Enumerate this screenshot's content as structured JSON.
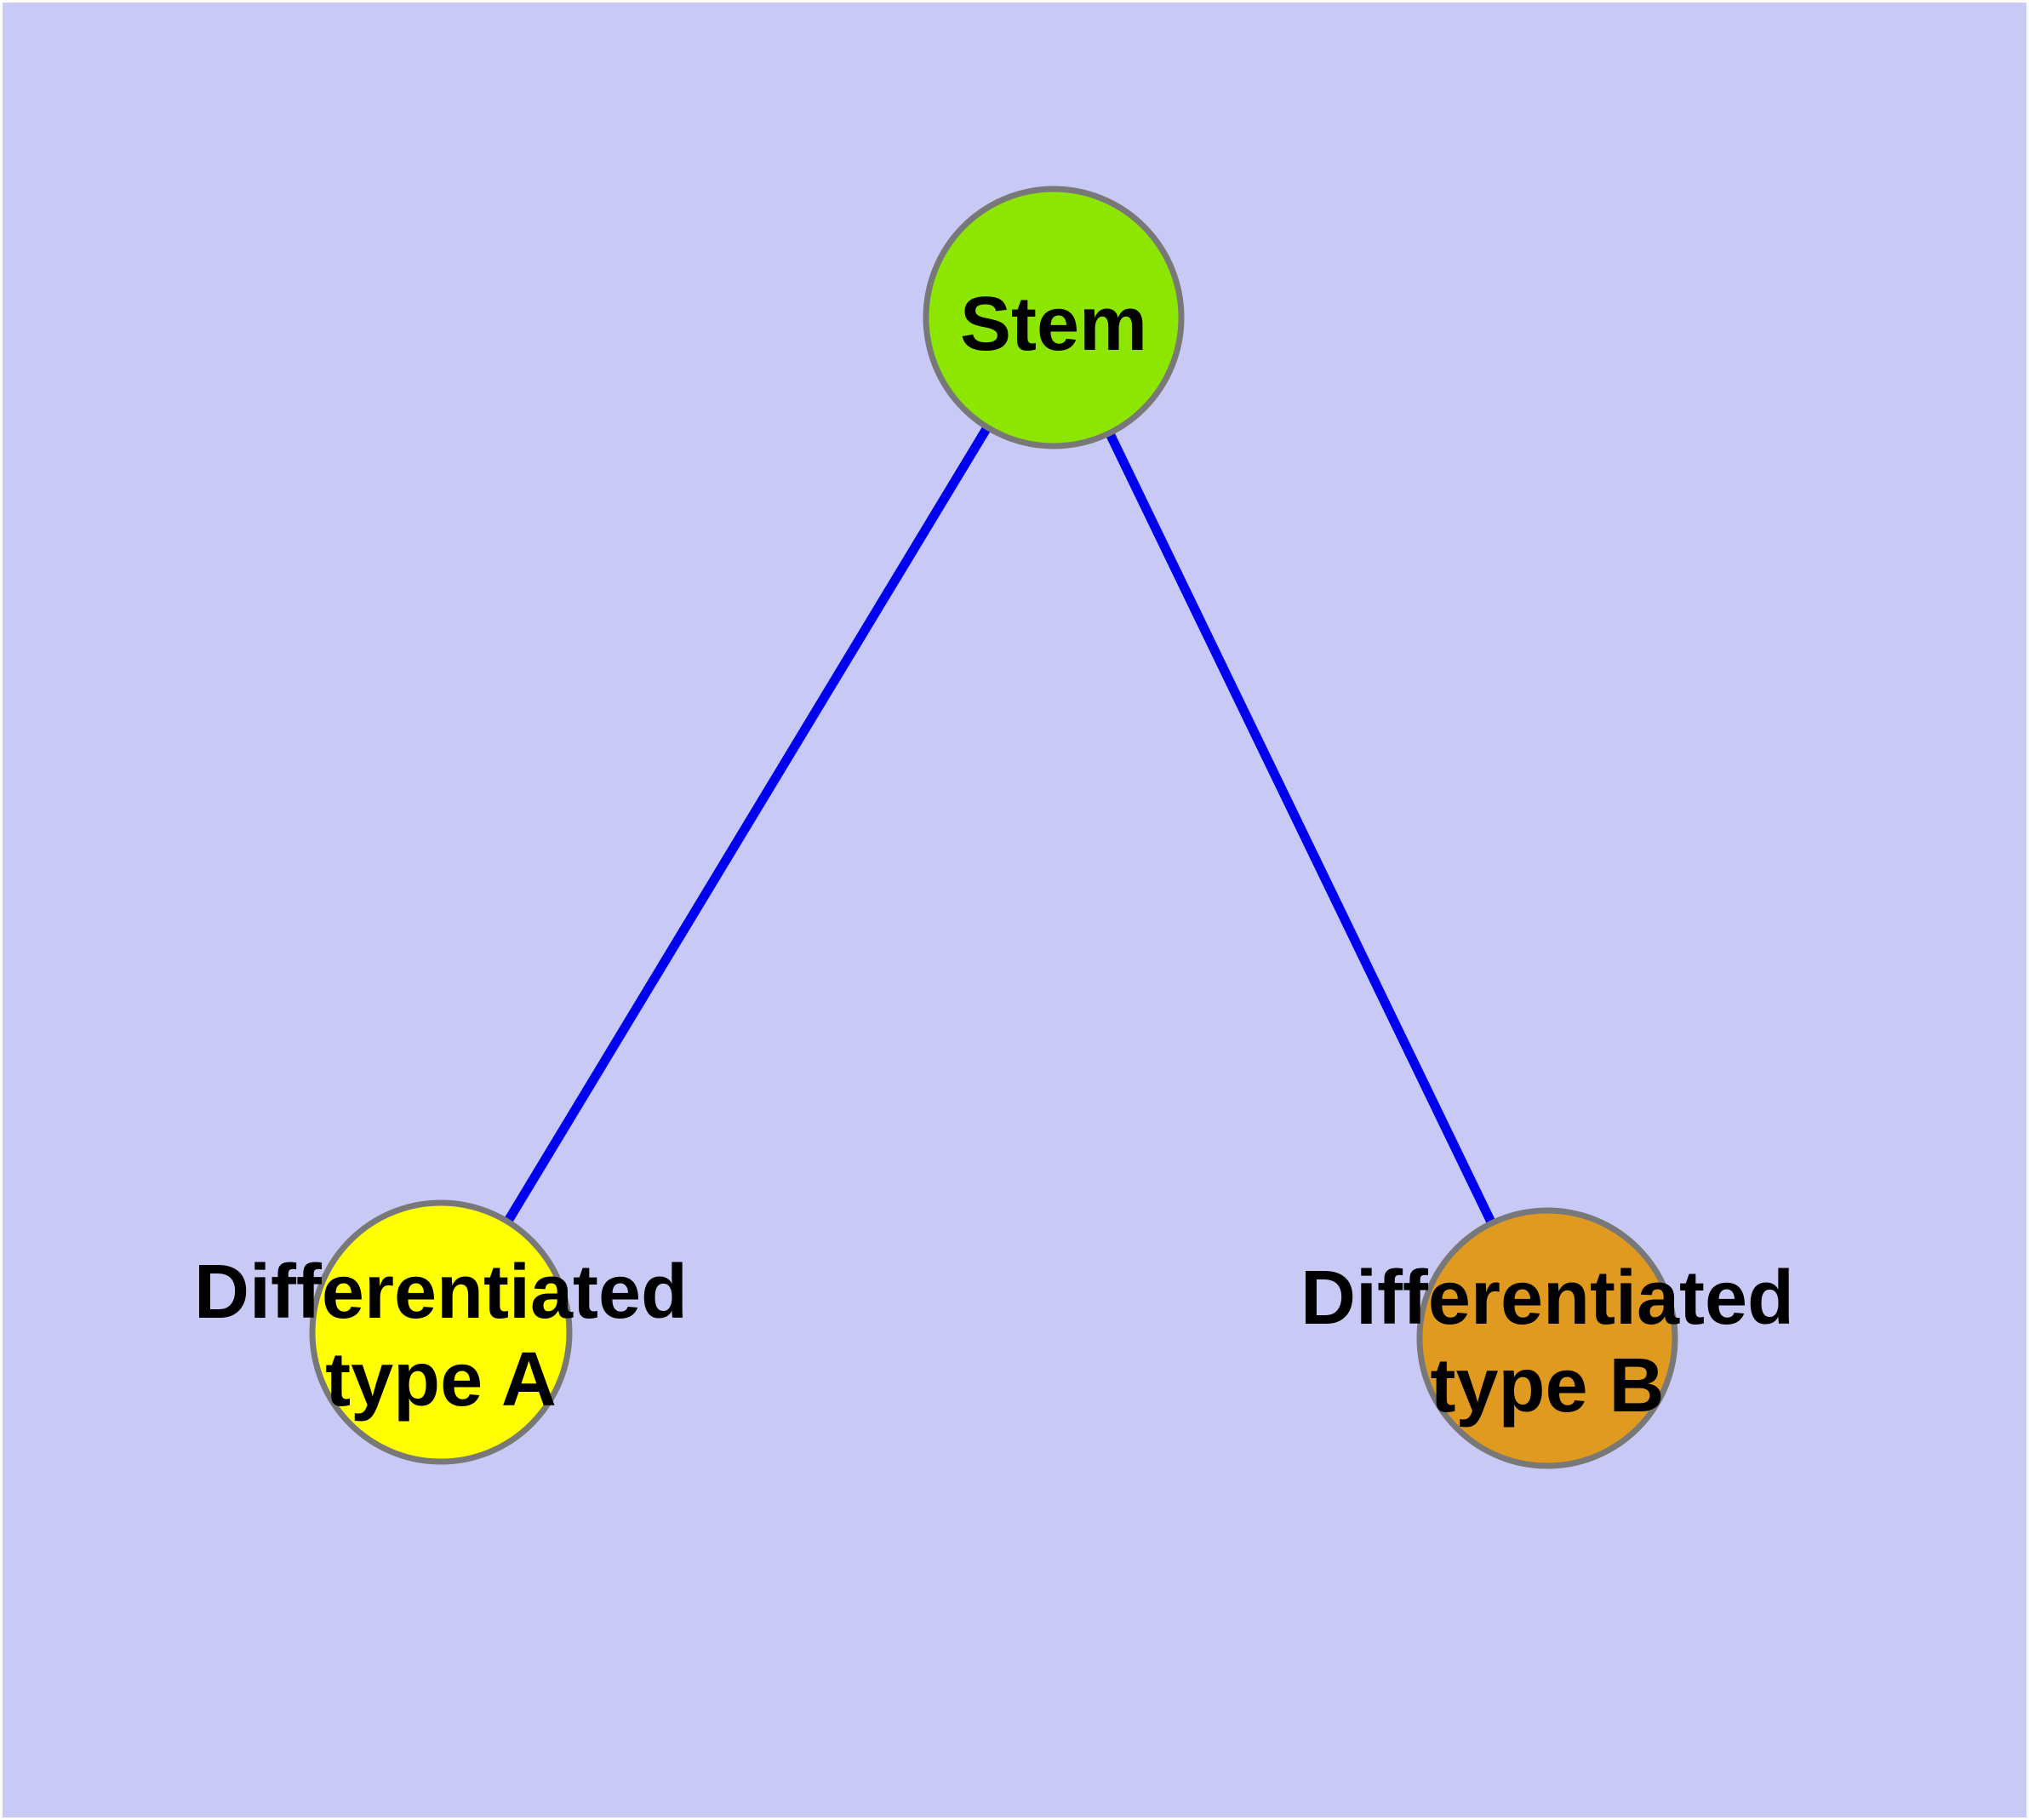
{
  "diagram": {
    "background_color": "#C9C9F5",
    "frame_color": "#FFFFFF",
    "node_border_color": "#787878",
    "edge_color": "#0000F0",
    "nodes": {
      "stem": {
        "label": "Stem",
        "fill": "#8CE600"
      },
      "type_a": {
        "label_lines": [
          "Differentiated",
          "type A"
        ],
        "fill": "#FFFF00"
      },
      "type_b": {
        "label_lines": [
          "Differentiated",
          "type B"
        ],
        "fill": "#E09A1F"
      }
    },
    "edges": [
      {
        "from": "stem",
        "to": "type_a"
      },
      {
        "from": "stem",
        "to": "type_b"
      }
    ]
  }
}
